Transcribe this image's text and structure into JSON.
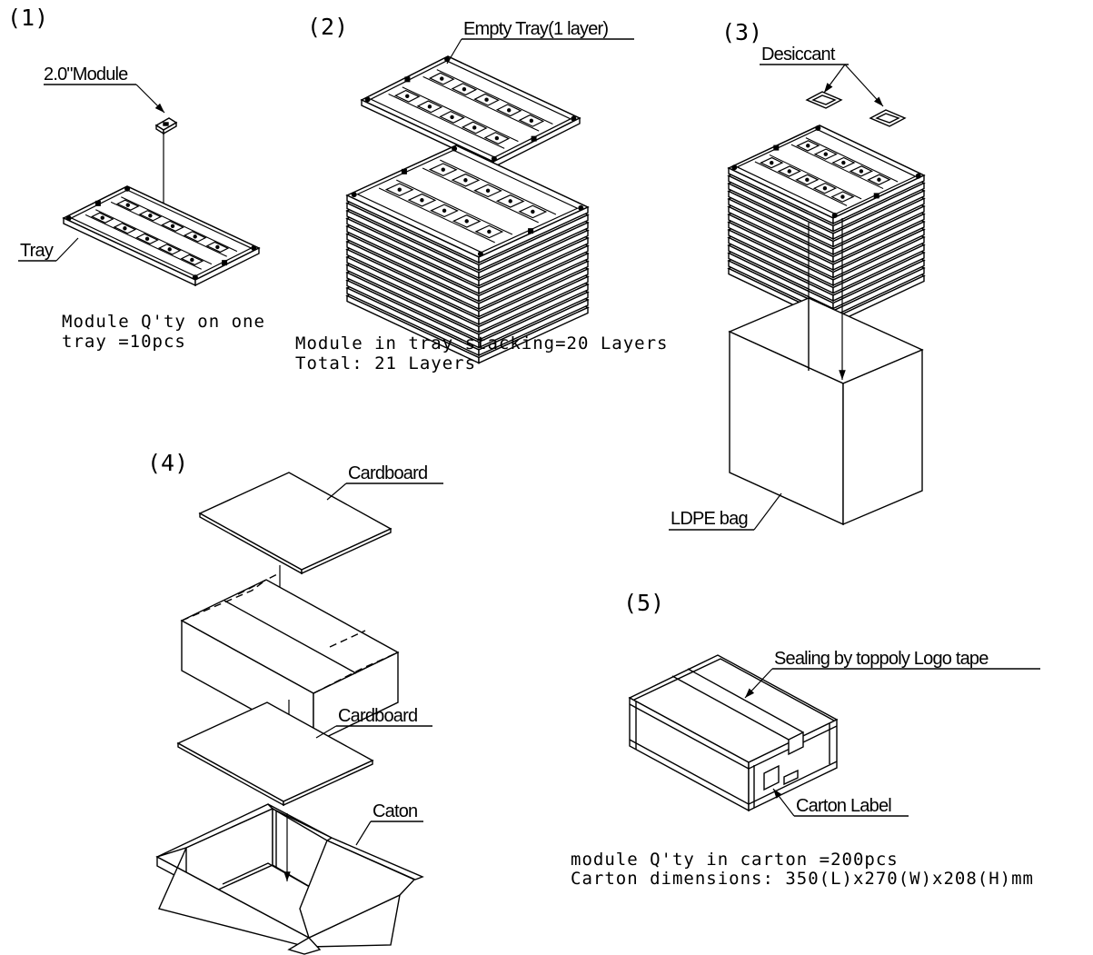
{
  "steps": {
    "s1": "(1)",
    "s2": "(2)",
    "s3": "(3)",
    "s4": "(4)",
    "s5": "(5)"
  },
  "labels": {
    "module": "2.0\"Module",
    "tray": "Tray",
    "empty_tray": "Empty Tray(1 layer)",
    "desiccant": "Desiccant",
    "ldpe_bag": "LDPE bag",
    "cardboard_top": "Cardboard",
    "cardboard_bottom": "Cardboard",
    "caton": "Caton",
    "sealing": "Sealing by toppoly Logo tape",
    "carton_label": "Carton Label"
  },
  "notes": {
    "n1_line1": "Module Q'ty on one",
    "n1_line2": "tray =10pcs",
    "n2_line1": "Module in tray stacking=20 Layers",
    "n2_line2": "Total: 21 Layers",
    "n5_line1": "module Q'ty in carton =200pcs",
    "n5_line2": "Carton dimensions: 350(L)x270(W)x208(H)mm"
  }
}
